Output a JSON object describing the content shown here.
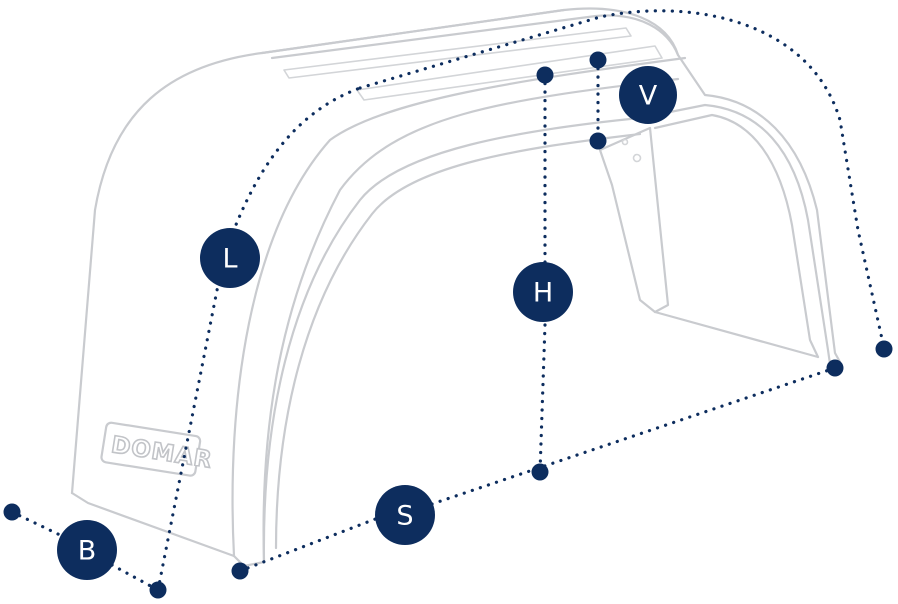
{
  "logo": {
    "text": "DOMAR"
  },
  "dimensions": [
    {
      "id": "L",
      "label": "L"
    },
    {
      "id": "H",
      "label": "H"
    },
    {
      "id": "V",
      "label": "V"
    },
    {
      "id": "S",
      "label": "S"
    },
    {
      "id": "B",
      "label": "B"
    }
  ],
  "colors": {
    "dimension": "#0d2d5e",
    "outline": "#c9cbcf",
    "badge_text": "#ffffff"
  }
}
